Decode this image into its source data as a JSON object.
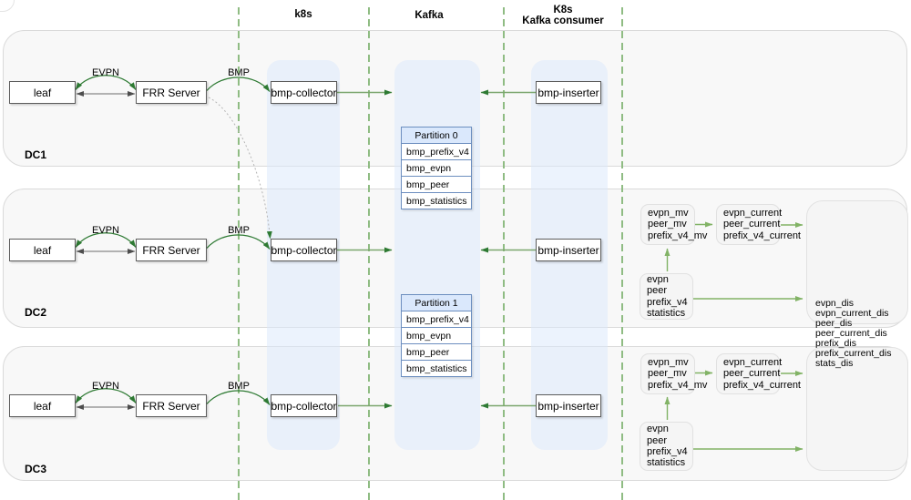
{
  "lanes": {
    "k8s_label": "k8s",
    "kafka_label": "Kafka",
    "consumer_label_line1": "K8s",
    "consumer_label_line2": "Kafka consumer"
  },
  "dcs": [
    {
      "name": "DC1",
      "leaf": "leaf",
      "frr_server": "FRR Server",
      "collector": "bmp-collector",
      "inserter": "bmp-inserter",
      "evpn_label": "EVPN",
      "bmp_label": "BMP"
    },
    {
      "name": "DC2",
      "leaf": "leaf",
      "frr_server": "FRR Server",
      "collector": "bmp-collector",
      "inserter": "bmp-inserter",
      "evpn_label": "EVPN",
      "bmp_label": "BMP"
    },
    {
      "name": "DC3",
      "leaf": "leaf",
      "frr_server": "FRR Server",
      "collector": "bmp-collector",
      "inserter": "bmp-inserter",
      "evpn_label": "EVPN",
      "bmp_label": "BMP"
    }
  ],
  "kafka_partitions": [
    {
      "title": "Partition 0",
      "topics": [
        "bmp_prefix_v4",
        "bmp_evpn",
        "bmp_peer",
        "bmp_statistics"
      ]
    },
    {
      "title": "Partition 1",
      "topics": [
        "bmp_prefix_v4",
        "bmp_evpn",
        "bmp_peer",
        "bmp_statistics"
      ]
    }
  ],
  "db_groups": [
    {
      "raw_tables": [
        "evpn",
        "peer",
        "prefix_v4",
        "statistics"
      ],
      "mv_tables": [
        "evpn_mv",
        "peer_mv",
        "prefix_v4_mv"
      ],
      "current_tables": [
        "evpn_current",
        "peer_current",
        "prefix_v4_current"
      ]
    },
    {
      "raw_tables": [
        "evpn",
        "peer",
        "prefix_v4",
        "statistics"
      ],
      "mv_tables": [
        "evpn_mv",
        "peer_mv",
        "prefix_v4_mv"
      ],
      "current_tables": [
        "evpn_current",
        "peer_current",
        "prefix_v4_current"
      ]
    }
  ],
  "distributed_tables": [
    "evpn_dis",
    "evpn_current_dis",
    "peer_dis",
    "peer_current_dis",
    "prefix_dis",
    "prefix_current_dis",
    "stats_dis"
  ],
  "colors": {
    "arrow_dark": "#2e7a33",
    "arrow_light": "#82b366",
    "dashed_green": "#8fbc83",
    "line_green": "#7aa56c",
    "table_border": "#6c8ebf",
    "table_header_fill": "#dae8fc",
    "column_fill": "rgba(218,232,252,0.5)",
    "dc_fill": "#f8f8f8",
    "dc_border": "#dadada",
    "node_border": "#5c5c5c",
    "gray_box_fill": "#f5f5f5",
    "gray_box_border": "#e1e1e1",
    "dotted_line": "#b5b5b5"
  }
}
